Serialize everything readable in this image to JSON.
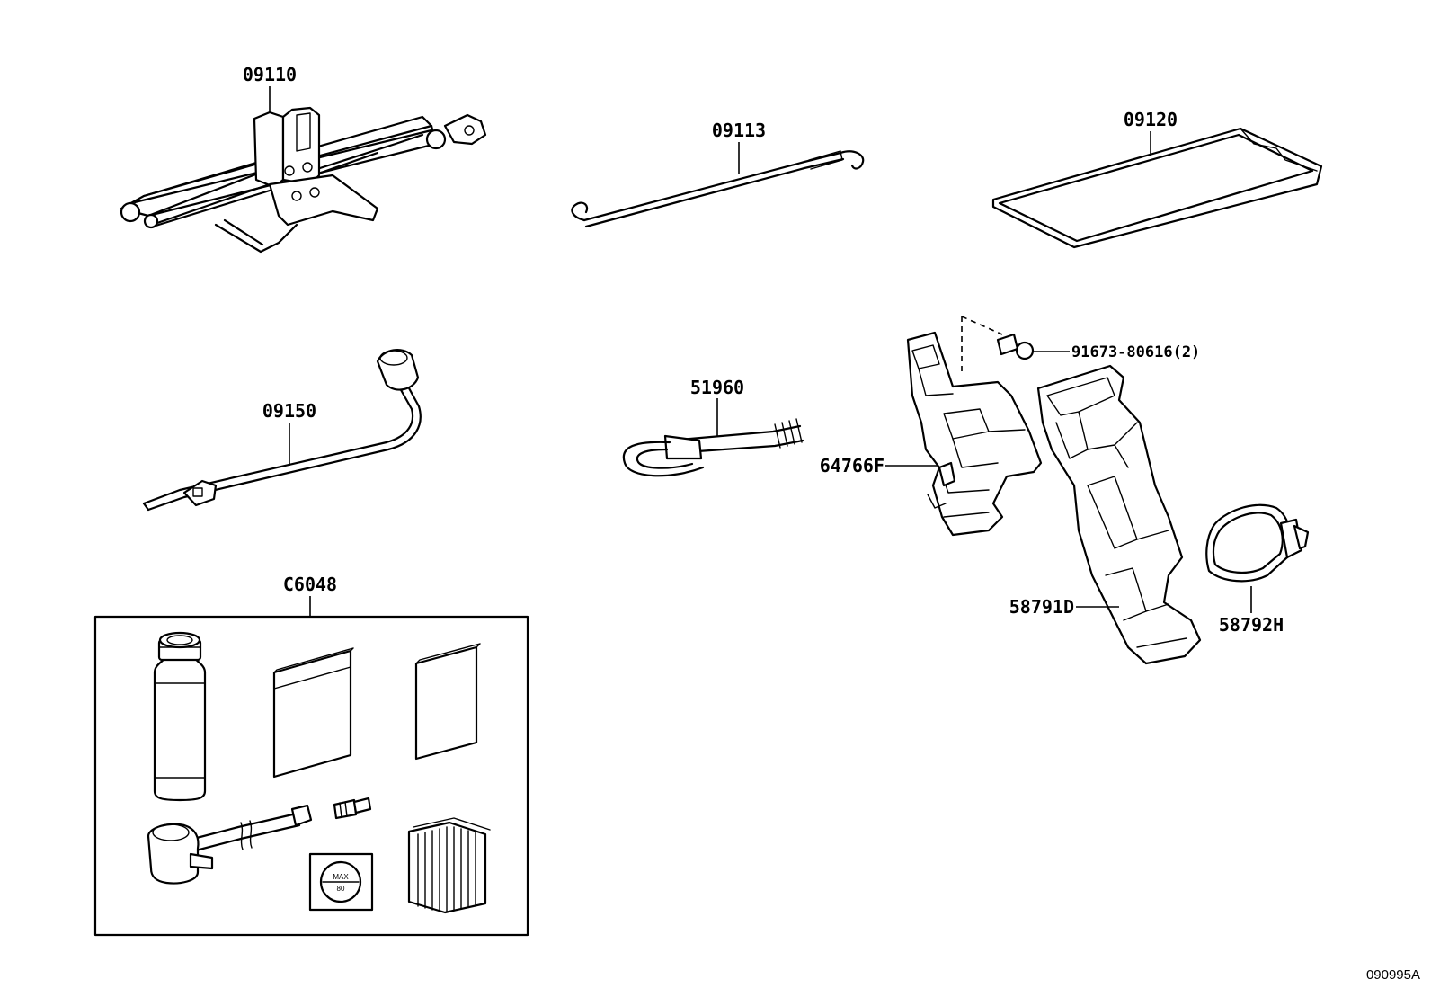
{
  "parts": {
    "jack": "09110",
    "handle": "09113",
    "bag": "09120",
    "wrench": "09150",
    "hook": "51960",
    "bolt": "91673-80616(2)",
    "holder": "64766F",
    "tray": "58791D",
    "strap": "58792H",
    "kit": "C6048"
  },
  "diagram_code": "090995A"
}
